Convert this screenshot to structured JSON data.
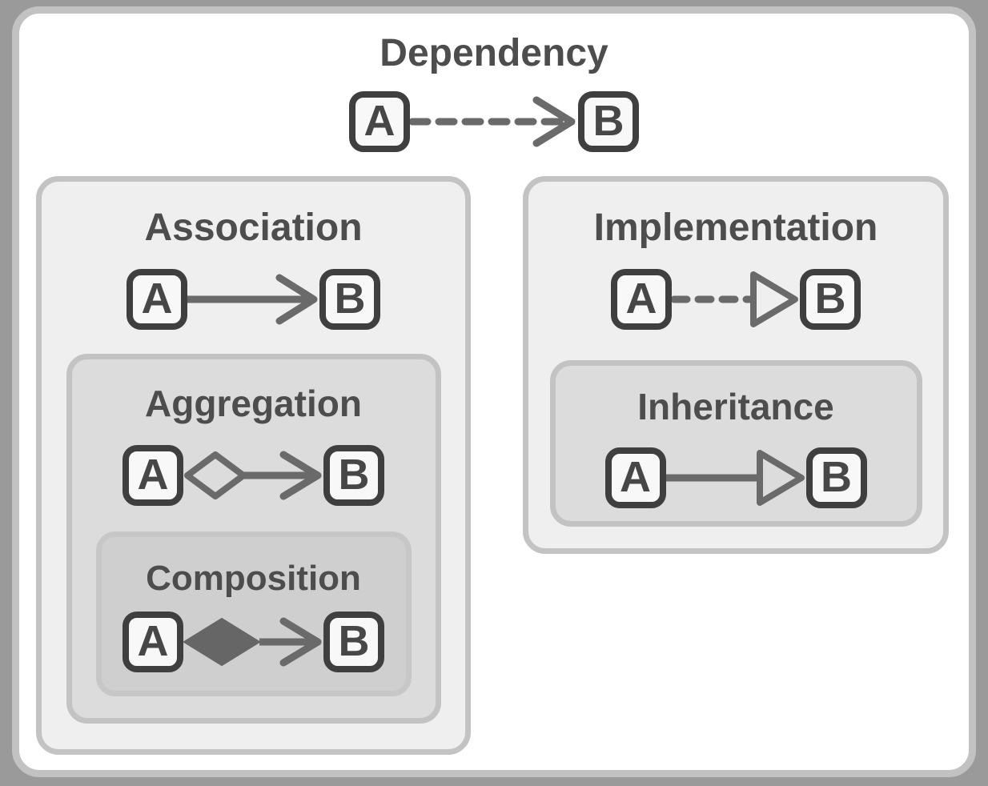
{
  "diagram": {
    "kind": "uml-relationship-arrow-types",
    "colors": {
      "page_background": "#9a9a9a",
      "card_background": "#ffffff",
      "card_border": "#c2c2c2",
      "panel_level1_background": "#efefef",
      "panel_level2_background": "#dcdcdc",
      "panel_level3_background": "#cfcfcf",
      "panel_border": "#c3c3c3",
      "node_background": "#f8f8f8",
      "node_border": "#3f3f3f",
      "title_text": "#4d4d4d",
      "connector_stroke": "#6a6a6a",
      "filled_diamond": "#666666"
    },
    "sections": {
      "dependency": {
        "title": "Dependency",
        "from": "A",
        "to": "B",
        "connector": "dashed-line-open-arrow"
      },
      "association": {
        "title": "Association",
        "from": "A",
        "to": "B",
        "connector": "solid-line-open-arrow"
      },
      "aggregation": {
        "title": "Aggregation",
        "from": "A",
        "to": "B",
        "connector": "hollow-diamond-solid-line-open-arrow"
      },
      "composition": {
        "title": "Composition",
        "from": "A",
        "to": "B",
        "connector": "filled-diamond-solid-line-open-arrow"
      },
      "implementation": {
        "title": "Implementation",
        "from": "A",
        "to": "B",
        "connector": "dashed-line-hollow-triangle"
      },
      "inheritance": {
        "title": "Inheritance",
        "from": "A",
        "to": "B",
        "connector": "solid-line-hollow-triangle"
      }
    }
  }
}
